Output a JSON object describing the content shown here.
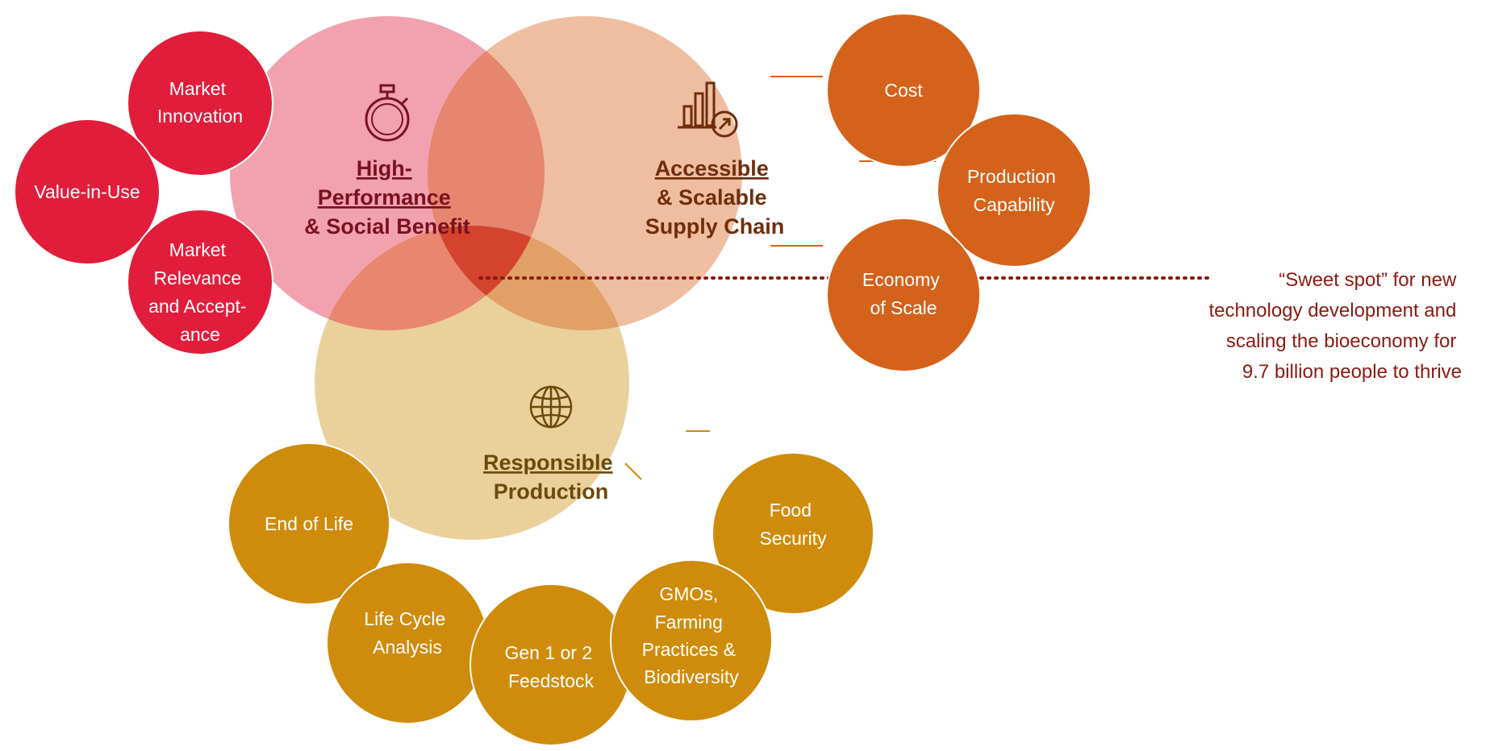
{
  "colors": {
    "performance_main": "#f2a2af",
    "supply_main": "#efbea0",
    "production_main": "#ead19c",
    "performance_sub": "#e11d3b",
    "supply_sub": "#d5621a",
    "production_sub": "#cf8c0c",
    "overlap_ps": "#e6866f",
    "overlap_pp": "#e8866f",
    "overlap_sp": "#e1a067",
    "sweet_spot": "#d4432e",
    "note_text": "#8b1a12",
    "performance_title": "#7a1020",
    "supply_title": "#6f2d0c",
    "production_title": "#6b4a0a"
  },
  "icons": {
    "performance": "stopwatch-icon",
    "supply": "bar-chart-growth-icon",
    "production": "globe-icon"
  },
  "main_circles": {
    "performance": {
      "title_line1": "High-",
      "title_line2": "Performance",
      "title_line3": "& Social Benefit"
    },
    "supply": {
      "title_line1": "Accessible",
      "title_line2": "& Scalable",
      "title_line3": "Supply Chain"
    },
    "production": {
      "title_line1": "Responsible",
      "title_line2": "Production"
    }
  },
  "performance_items": [
    {
      "lines": [
        "Market",
        "Innovation"
      ]
    },
    {
      "lines": [
        "Value-in-Use"
      ]
    },
    {
      "lines": [
        "Market",
        "Relevance",
        "and Accept-",
        "ance"
      ]
    }
  ],
  "supply_items": [
    {
      "lines": [
        "Cost"
      ]
    },
    {
      "lines": [
        "Production",
        "Capability"
      ]
    },
    {
      "lines": [
        "Economy",
        "of Scale"
      ]
    }
  ],
  "production_items": [
    {
      "lines": [
        "End of Life"
      ]
    },
    {
      "lines": [
        "Life Cycle",
        "Analysis"
      ]
    },
    {
      "lines": [
        "Gen 1 or 2",
        "Feedstock"
      ]
    },
    {
      "lines": [
        "GMOs,",
        "Farming",
        "Practices &",
        "Biodiversity"
      ]
    },
    {
      "lines": [
        "Food",
        "Security"
      ]
    }
  ],
  "sweet_spot_note": {
    "line1": "“Sweet spot” for new",
    "line2": "technology development and",
    "line3": "scaling the bioeconomy for",
    "line4": "9.7 billion people to thrive"
  }
}
